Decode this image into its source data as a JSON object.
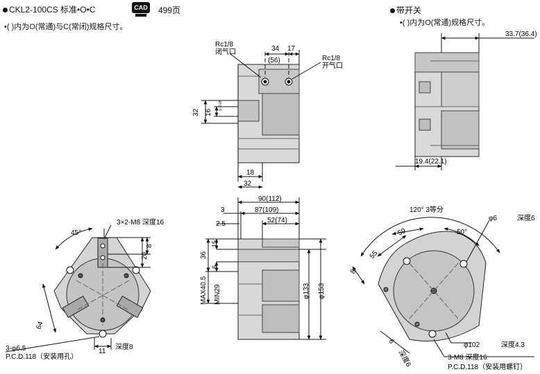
{
  "header": {
    "title": "CKL2-100CS 标准•O•C",
    "cad_label": "CAD",
    "page_ref": "499页",
    "note": "•(  )内为O(常通)与C(常闭)规格尺寸。",
    "right_title": "带开关",
    "right_note": "•(  )内为O(常通)规格尺寸。"
  },
  "top_view": {
    "port_closed": "Rc1/8",
    "port_closed_label": "闭气口",
    "port_open": "Rc1/8",
    "port_open_label": "开气口",
    "dim_34": "34",
    "dim_17": "17",
    "dim_56": "(56)",
    "dim_32_left": "32",
    "dim_16": "16",
    "dim_16_tol": "0 -0.05",
    "dim_18": "18",
    "dim_32_bottom": "32"
  },
  "switch_view": {
    "dim_top": "33.7(36.4)",
    "dim_bottom": "19.4(22.1)"
  },
  "front_view": {
    "dim_3x2m8": "3×2-M8 深度16",
    "dim_45": "45°",
    "dim_8": "8",
    "dim_20": "20",
    "dim_64": "64",
    "dim_hole": "3-φ6.5",
    "dim_pcd": "P.C.D.118（安装用孔）",
    "dim_11": "11",
    "dim_depth8": "深度8"
  },
  "side_view": {
    "dim_90": "90(112)",
    "dim_3": "3",
    "dim_87": "87(109)",
    "dim_2_5": "2.5",
    "dim_52": "52(74)",
    "dim_36": "36",
    "dim_15": "15",
    "dim_6": "6",
    "dim_max": "MAX40.5",
    "dim_min": "MIN29",
    "dim_133": "φ133",
    "dim_153": "φ153"
  },
  "rear_view": {
    "dim_120": "120° 3等分",
    "dim_phi6": "φ6",
    "dim_phi6_depth": "深度6",
    "dim_59": "59",
    "dim_50": "50°",
    "dim_55": "55",
    "dim_8": "8",
    "dim_6": "6",
    "dim_depth6": "深度6",
    "dim_102": "φ102",
    "dim_102_depth": "深度4.3",
    "dim_m8": "3-M8 深度16",
    "dim_pcd": "P.C.D.118（安装用螺钉）"
  }
}
